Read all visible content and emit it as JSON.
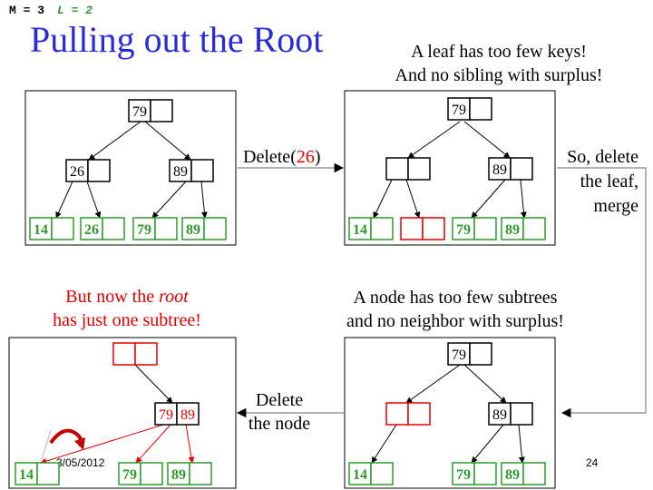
{
  "header": {
    "m_label": "M = 3",
    "l_label": "L = 2"
  },
  "title": "Pulling out the Root",
  "captions": {
    "leaf_too_few": [
      "A leaf has too few keys!",
      "And no sibling with surplus!"
    ],
    "delete_op_prefix": "Delete(",
    "delete_op_value": "26",
    "delete_op_suffix": ")",
    "so_delete": [
      "So, delete",
      "the leaf,",
      "merge"
    ],
    "node_too_few": [
      "A node has too few subtrees",
      "and no neighbor with surplus!"
    ],
    "root_prefix": "But now the ",
    "root_word": "root",
    "root_line2": "has just one subtree!",
    "delete_node": [
      "Delete",
      "the node"
    ]
  },
  "footer": {
    "date": "3/05/2012",
    "page": "24"
  },
  "colors": {
    "title": "#2a2ad8",
    "leaf": "#2e9a2e",
    "highlight": "#e00000",
    "node": "#000000"
  },
  "panels": [
    {
      "name": "tree-before-delete",
      "root": [
        "79",
        ""
      ],
      "internal": [
        [
          "26",
          ""
        ],
        [
          "89",
          ""
        ]
      ],
      "leaves": [
        [
          "14",
          ""
        ],
        [
          "26",
          ""
        ],
        [
          "79",
          ""
        ],
        [
          "89",
          ""
        ]
      ]
    },
    {
      "name": "tree-after-delete",
      "root": [
        "79",
        ""
      ],
      "internal": [
        [
          "",
          ""
        ],
        [
          "89",
          ""
        ]
      ],
      "leaves": [
        [
          "14",
          ""
        ],
        [
          "",
          ""
        ],
        [
          "79",
          ""
        ],
        [
          "89",
          ""
        ]
      ]
    },
    {
      "name": "tree-after-merge",
      "root": [
        "79",
        ""
      ],
      "internal": [
        [
          "",
          ""
        ],
        [
          "89",
          ""
        ]
      ],
      "leaves": [
        [
          "14",
          ""
        ],
        [
          "79",
          ""
        ],
        [
          "89",
          ""
        ]
      ]
    },
    {
      "name": "tree-root-one-subtree",
      "root": [
        "",
        ""
      ],
      "internal": [
        [
          "79",
          "89"
        ]
      ],
      "leaves": [
        [
          "14",
          ""
        ],
        [
          "79",
          ""
        ],
        [
          "89",
          ""
        ]
      ]
    }
  ]
}
